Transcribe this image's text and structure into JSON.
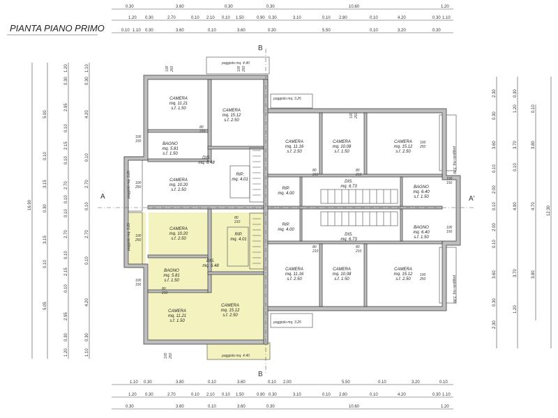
{
  "title": "PIANTA PIANO PRIMO",
  "colors": {
    "highlight": "#f4f2bf",
    "wall": "#bdbdbd",
    "line": "#333333"
  },
  "section_marks": {
    "a_left": "A",
    "a_right": "A'",
    "b_top": "B",
    "b_bottom": "B"
  },
  "dims": {
    "top_row1": [
      "0.30",
      "3.60",
      "0.30",
      "0.30",
      "10.60",
      "1.20"
    ],
    "top_row2": [
      "1.20",
      "0.30",
      "2.70",
      "0.10",
      "2.10",
      "0.10",
      "1.50",
      "0.90",
      "0.30",
      "3.10",
      "0.10",
      "2.80",
      "0.10",
      "4.20",
      "0.30",
      "1.10"
    ],
    "top_row3": [
      "0.10",
      "1.10",
      "0.30",
      "3.60",
      "0.10",
      "3.60",
      "0.30",
      "5.50",
      "0.10",
      "3.20",
      "0.30"
    ],
    "bottom_row1": [
      "1.10",
      "0.30",
      "3.80",
      "0.10",
      "3.60",
      "0.10",
      "2.00",
      "5.50",
      "0.10",
      "3.20",
      "0.10"
    ],
    "bottom_row2": [
      "1.20",
      "0.30",
      "2.70",
      "0.10",
      "2.10",
      "0.10",
      "1.50",
      "0.90",
      "0.30",
      "3.10",
      "0.10",
      "2.80",
      "0.10",
      "4.20",
      "0.30",
      "1.10"
    ],
    "bottom_row3": [
      "0.30",
      "3.60",
      "0.10",
      "3.60",
      "0.30",
      "10.60",
      "1.20"
    ],
    "left_col1": [
      "5.00",
      "0.10",
      "3.15",
      "0.30",
      "3.15",
      "0.10",
      "5.05"
    ],
    "left_col2": [
      "1.20",
      "0.30",
      "2.95",
      "0.10",
      "2.15",
      "0.10",
      "2.70",
      "0.10",
      "0.10",
      "2.70",
      "0.10",
      "2.15",
      "0.10",
      "2.95",
      "0.30",
      "1.20"
    ],
    "left_col3": [
      "1.10",
      "0.30",
      "4.20",
      "0.10",
      "2.70",
      "0.10",
      "2.70",
      "0.10",
      "4.20",
      "0.30",
      "1.10"
    ],
    "left_total": "16.90",
    "right_col1": [
      "2.30",
      "0.30",
      "3.60",
      "0.10",
      "2.00",
      "0.10",
      "2.00",
      "0.10",
      "3.60",
      "0.30",
      "2.30"
    ],
    "right_col2": [
      "0.30",
      "1.20",
      "3.70",
      "0.10",
      "4.90",
      "3.70",
      "1.20"
    ],
    "right_col3": [
      "0.10",
      "3.80",
      "4.70",
      "3.80"
    ],
    "right_total": "12.30"
  },
  "rooms": [
    {
      "name": "CAMERA",
      "area": "mq. 11.21",
      "sf": "s.f. 1.50"
    },
    {
      "name": "CAMERA",
      "area": "mq. 15.12",
      "sf": "s.f. 2.50"
    },
    {
      "name": "BAGNO",
      "area": "mq. 5.81",
      "sf": "s.f. 1.50"
    },
    {
      "name": "DIS.",
      "area": "mq. 6.48",
      "sf": ""
    },
    {
      "name": "CAMERA",
      "area": "mq. 10.20",
      "sf": "s.f. 2.50"
    },
    {
      "name": "RIP.",
      "area": "mq. 4.01",
      "sf": ""
    },
    {
      "name": "CAMERA",
      "area": "mq. 10.20",
      "sf": "s.f. 2.50"
    },
    {
      "name": "RIP.",
      "area": "mq. 4.01",
      "sf": ""
    },
    {
      "name": "DIS.",
      "area": "mq. 6.48",
      "sf": ""
    },
    {
      "name": "BAGNO",
      "area": "mq. 5.81",
      "sf": "s.f. 1.50"
    },
    {
      "name": "CAMERA",
      "area": "mq. 11.21",
      "sf": "s.f. 1.50"
    },
    {
      "name": "CAMERA",
      "area": "mq. 15.12",
      "sf": "s.f. 2.50"
    },
    {
      "name": "CAMERA",
      "area": "mq. 11.16",
      "sf": "s.f. 2.50"
    },
    {
      "name": "CAMERA",
      "area": "mq. 10.08",
      "sf": "s.f. 1.50"
    },
    {
      "name": "CAMERA",
      "area": "mq. 15.12",
      "sf": "s.f. 2.50"
    },
    {
      "name": "RIP.",
      "area": "mq. 4.00",
      "sf": ""
    },
    {
      "name": "DIS.",
      "area": "mq. 6.73",
      "sf": ""
    },
    {
      "name": "BAGNO",
      "area": "mq. 6.40",
      "sf": "s.f. 1.50"
    },
    {
      "name": "RIP.",
      "area": "mq. 4.00",
      "sf": ""
    },
    {
      "name": "DIS.",
      "area": "mq. 6.73",
      "sf": ""
    },
    {
      "name": "BAGNO",
      "area": "mq. 6.40",
      "sf": "s.f. 1.50"
    },
    {
      "name": "CAMERA",
      "area": "mq. 11.16",
      "sf": "s.f. 2.50"
    },
    {
      "name": "CAMERA",
      "area": "mq. 10.08",
      "sf": "s.f. 1.50"
    },
    {
      "name": "CAMERA",
      "area": "mq. 15.12",
      "sf": "s.f. 2.50"
    }
  ],
  "balconies": [
    "poggiolo mq. 4.40",
    "poggiolo mq. 3.25",
    "poggiolo mq. 3.86",
    "poggiolo mq. 3.29",
    "poggiolo mq. 3.29",
    "poggiolo mq. 3.86",
    "poggiolo mq. 3.25",
    "poggiolo mq. 4.40"
  ],
  "openings": [
    "100",
    "250",
    "80",
    "210",
    "100",
    "150",
    "100",
    "250",
    "80",
    "210",
    "100",
    "150",
    "100",
    "250",
    "100",
    "250",
    "100",
    "250",
    "100",
    "150",
    "100",
    "150",
    "100",
    "250",
    "100",
    "250",
    "100",
    "250",
    "80",
    "210",
    "80",
    "210",
    "80",
    "210",
    "80",
    "210",
    "80",
    "210"
  ]
}
